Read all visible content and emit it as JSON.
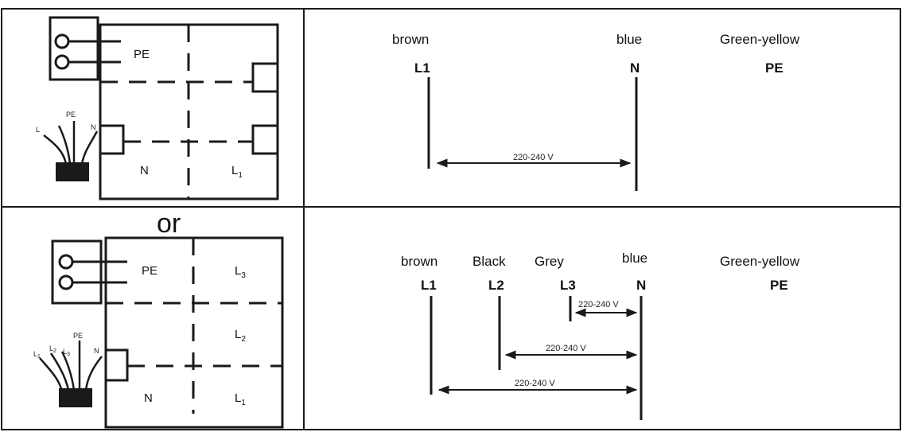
{
  "separator": "or",
  "single_phase": {
    "box": {
      "pe": "PE",
      "n": "N",
      "l1": "L",
      "l1_sub": "1"
    },
    "cable": {
      "l": "L",
      "pe": "PE",
      "n": "N"
    },
    "wires": [
      {
        "color": "brown",
        "code": "L1"
      },
      {
        "color": "blue",
        "code": "N"
      },
      {
        "color": "Green-yellow",
        "code": "PE"
      }
    ],
    "voltages": [
      "220-240 V"
    ]
  },
  "three_phase": {
    "box": {
      "pe": "PE",
      "n": "N",
      "l3": "L",
      "l3_sub": "3",
      "l2": "L",
      "l2_sub": "2",
      "l1": "L",
      "l1_sub": "1"
    },
    "cable": {
      "l1": "L",
      "l1_sub": "1",
      "l2": "L",
      "l2_sub": "2",
      "l3": "L",
      "l3_sub": "3",
      "pe": "PE",
      "n": "N"
    },
    "wires": [
      {
        "color": "brown",
        "code": "L1"
      },
      {
        "color": "Black",
        "code": "L2"
      },
      {
        "color": "Grey",
        "code": "L3"
      },
      {
        "color": "blue",
        "code": "N"
      },
      {
        "color": "Green-yellow",
        "code": "PE"
      }
    ],
    "voltages": [
      "220-240 V",
      "220-240 V",
      "220-240 V"
    ]
  }
}
